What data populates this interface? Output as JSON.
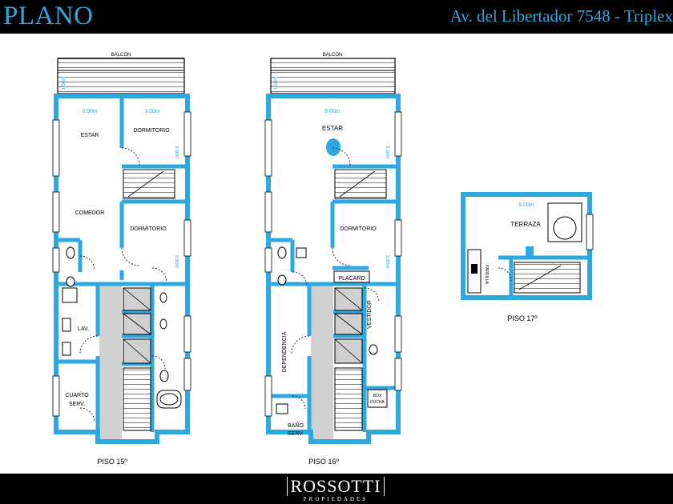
{
  "header": {
    "title": "PLANO",
    "subtitle": "Av. del Libertador 7548 - Triplex"
  },
  "footer": {
    "brand": "ROSSOTTI",
    "brand_sub": "PROPIEDADES"
  },
  "colors": {
    "wall": "#2ea8e0",
    "shaded": "#d0d0d0",
    "bar": "#000000"
  },
  "floors": [
    {
      "caption": "PISO 15º",
      "balcony": "BALCÓN",
      "rooms": [
        "ESTAR",
        "DORMITORIO",
        "COMEDOR",
        "DORMITORIO",
        "LAV.",
        "CUARTO",
        "SERV."
      ],
      "dims": [
        "3.00m",
        "3.00m",
        "1.50m",
        "3.00m",
        "3.80m"
      ]
    },
    {
      "caption": "PISO 16º",
      "balcony": "BALCÓN",
      "rooms": [
        "ESTAR",
        "DORMITORIO",
        "PLACARD",
        "VESTIDOR",
        "DEPENDENCIA",
        "BOX",
        "DUCHA",
        "BAÑO",
        "SERV."
      ],
      "dims": [
        "6.00m",
        "1.50m",
        "3.00m",
        "3.80m"
      ]
    },
    {
      "caption": "PISO 17º",
      "rooms": [
        "TERRAZA",
        "PARRILLA"
      ],
      "dims": [
        "6.00m"
      ]
    }
  ]
}
